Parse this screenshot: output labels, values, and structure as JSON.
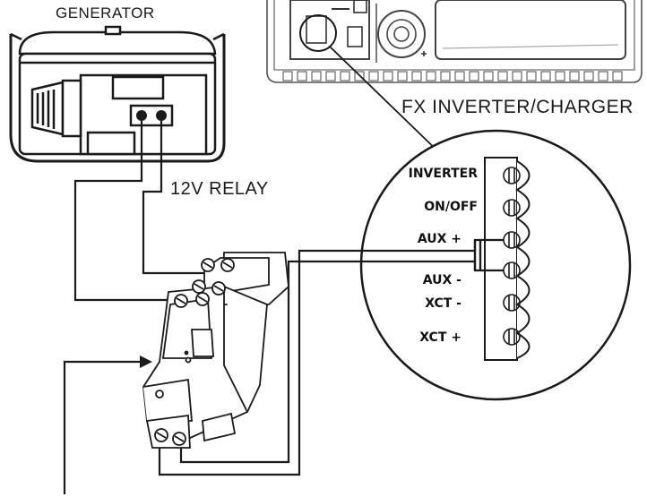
{
  "labels": {
    "generator": "GENERATOR",
    "inverter": "FX INVERTER/CHARGER",
    "relay": "12V RELAY"
  },
  "terminals": [
    "INVERTER",
    "ON/OFF",
    "AUX +",
    "AUX -",
    "XCT -",
    "XCT +"
  ],
  "colors": {
    "line": "#1a1a1a",
    "fill": "#ffffff",
    "light_stroke": "#999999"
  }
}
